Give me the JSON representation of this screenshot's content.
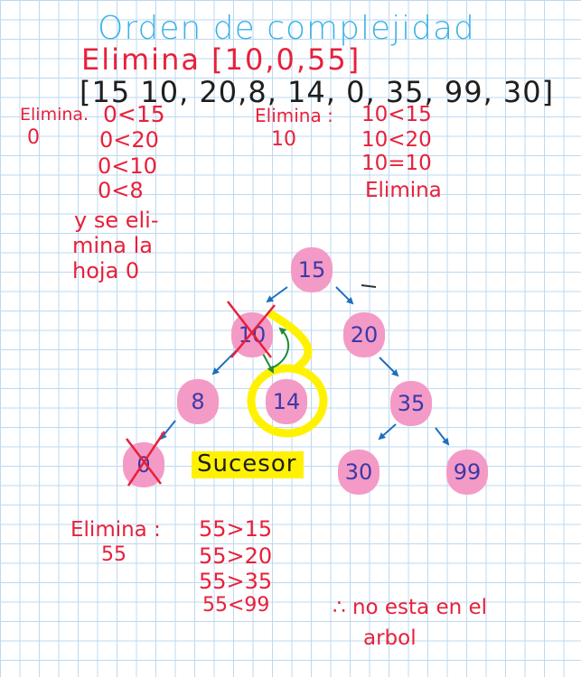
{
  "title": "Orden de complejidad",
  "header": {
    "line1": "Elimina [10,0,55]",
    "line2": "[15 10, 20,8, 14, 0, 35, 99, 30]"
  },
  "elim0": {
    "label": "Elimina.",
    "value": "0",
    "steps": [
      "0<15",
      "0<20",
      "0<10",
      "0<8"
    ],
    "note": [
      "y se eli-",
      "mina la",
      "hoja 0"
    ]
  },
  "elim10": {
    "label": "Elimina :",
    "value": "10",
    "steps": [
      "10<15",
      "10<20",
      "10=10",
      "Elimina"
    ]
  },
  "elim55": {
    "label": "Elimina :",
    "value": "55",
    "steps": [
      "55>15",
      "55>20",
      "55>35",
      "55<99"
    ],
    "conclusion": [
      "∴ no esta en el",
      "arbol"
    ]
  },
  "tree": {
    "nodes": [
      "15",
      "10",
      "20",
      "8",
      "14",
      "35",
      "0",
      "30",
      "99"
    ],
    "successor_label": "Sucesor",
    "crossed_nodes": [
      "10",
      "0"
    ]
  },
  "colors": {
    "node_fill": "#f49ac6",
    "node_text": "#3a3aa8",
    "red_ink": "#e8203a",
    "title_ink": "#3cb3e6",
    "highlight": "#fff200",
    "arrow_blue": "#1e6fc0"
  }
}
